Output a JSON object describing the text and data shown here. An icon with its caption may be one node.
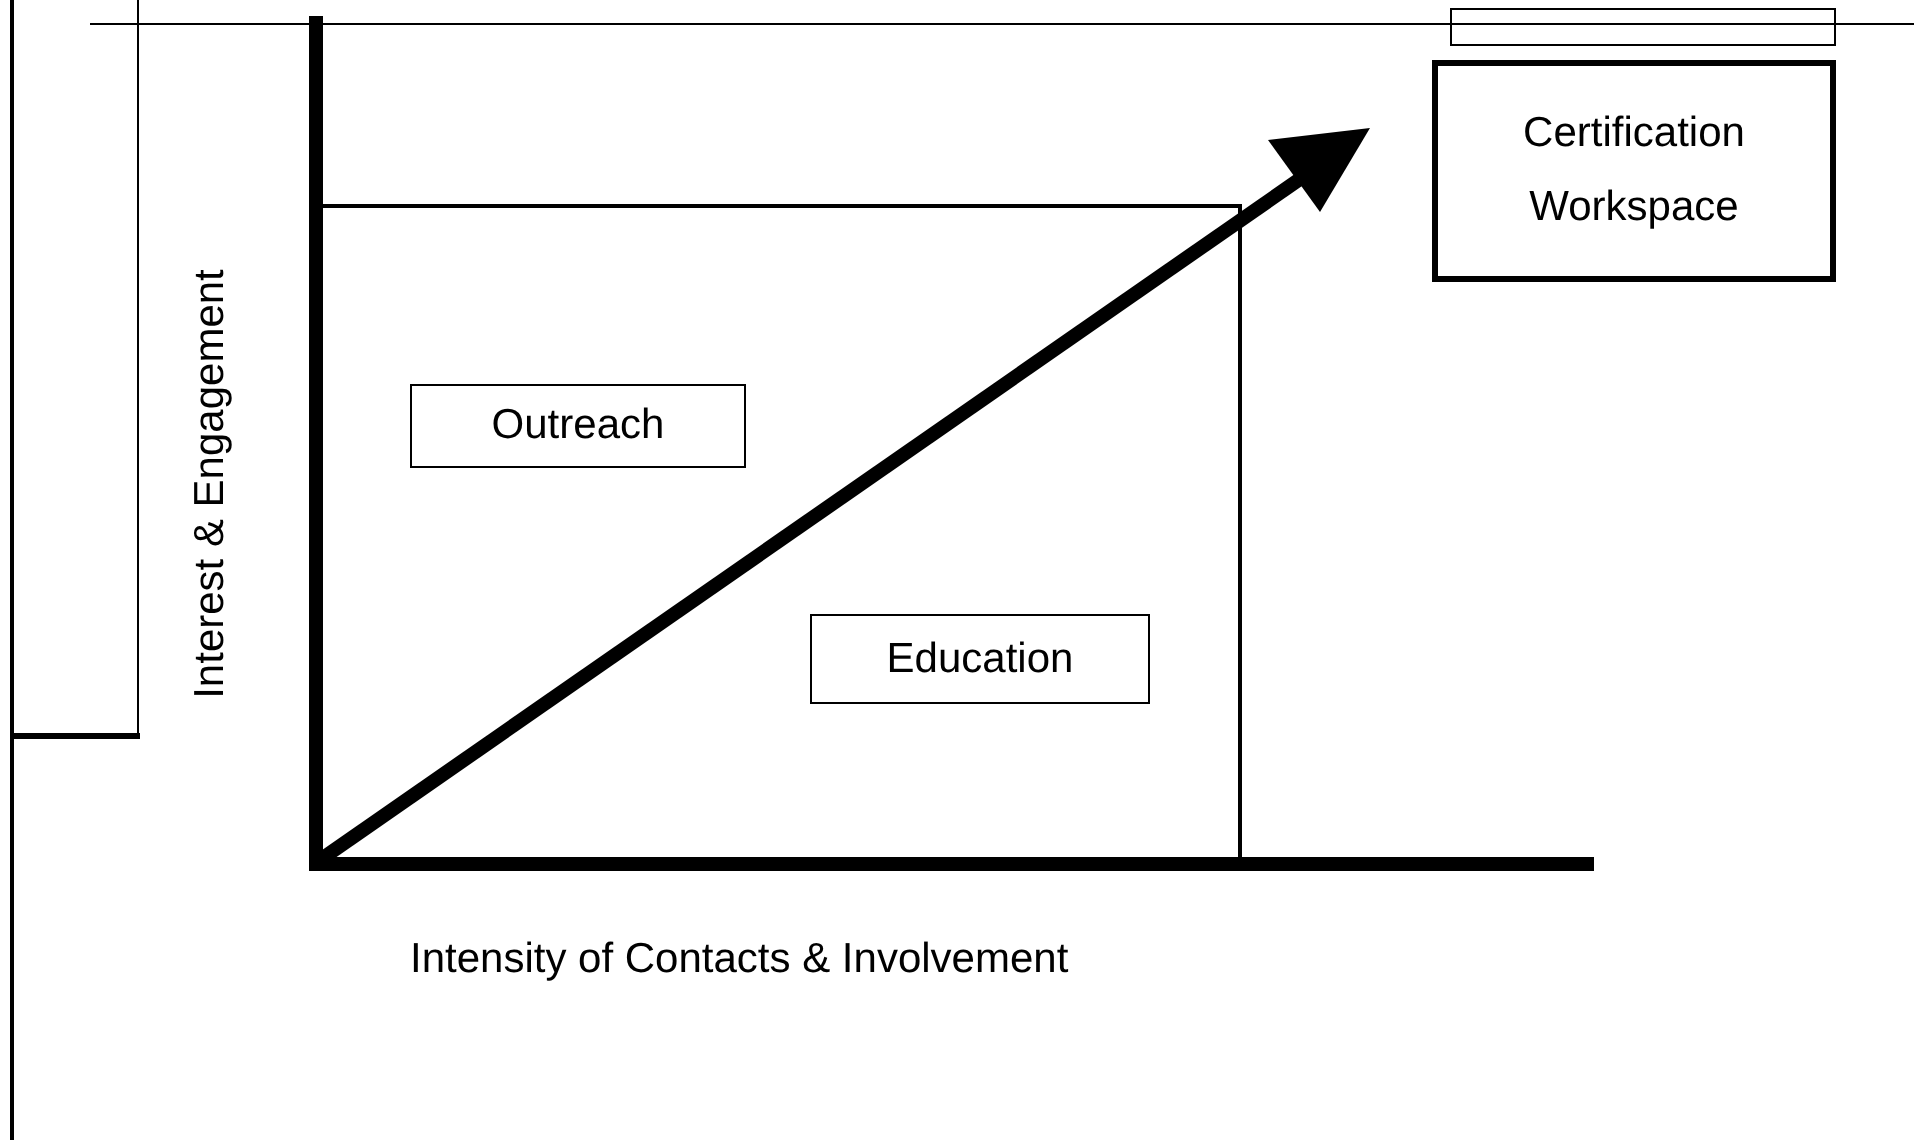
{
  "diagram": {
    "nodes": [
      {
        "text": [
          "Outreach"
        ]
      },
      {
        "text": [
          "Education"
        ]
      },
      {
        "text": [
          "Certification Workspace"
        ]
      }
    ],
    "edges": [],
    "labels": [
      "Interest & Engagement",
      "Intensity of Contacts & Involvement"
    ]
  }
}
